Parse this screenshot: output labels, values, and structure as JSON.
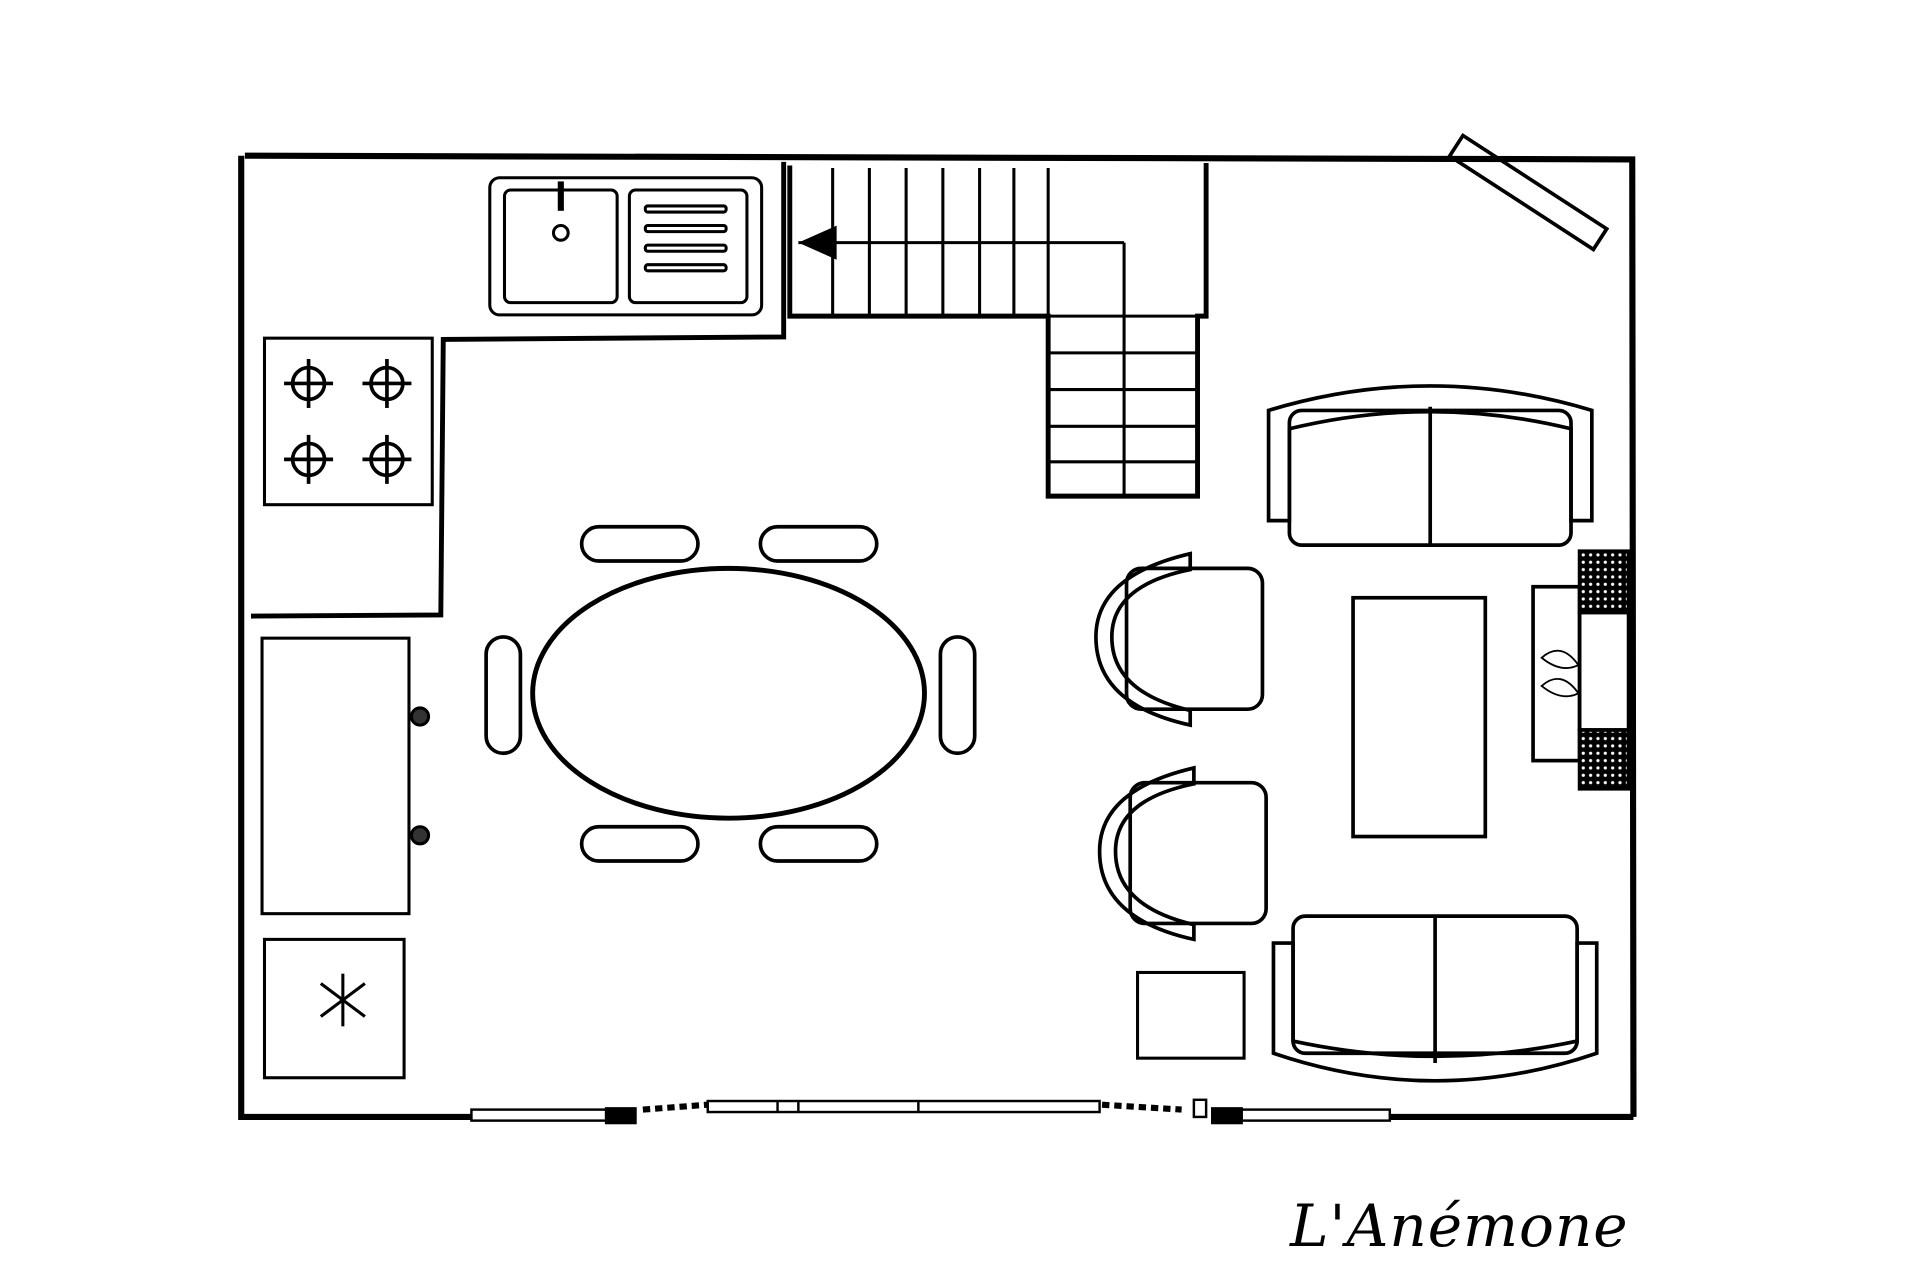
{
  "plan": {
    "title": "L'Anémone",
    "colors": {
      "ink": "#000000",
      "background": "#ffffff"
    },
    "rooms": [
      "kitchen",
      "dining",
      "living"
    ],
    "fixtures": [
      "sink",
      "stove",
      "fridge",
      "dishwasher",
      "staircase",
      "dining-table",
      "chairs",
      "sofas",
      "armchairs",
      "coffee-table",
      "fireplace",
      "side-table",
      "bay-window"
    ]
  }
}
